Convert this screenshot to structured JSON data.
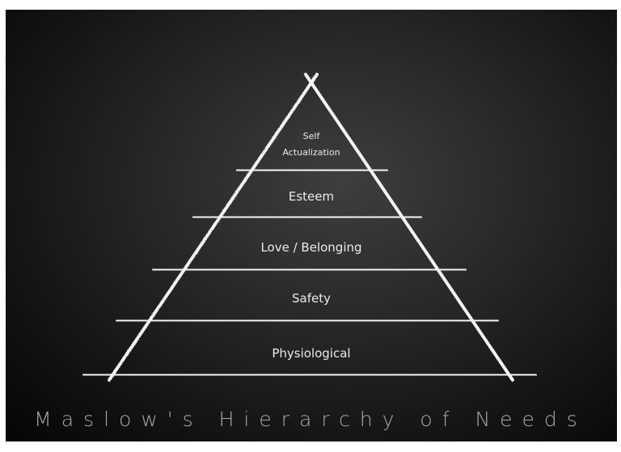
{
  "title": "Maslow's Hierarchy of Needs",
  "levels": {
    "self_line1": "Self",
    "self_line2": "Actualization",
    "esteem": "Esteem",
    "love": "Love / Belonging",
    "safety": "Safety",
    "physiological": "Physiological"
  },
  "colors": {
    "chalk": "#f4f4f4",
    "board": "#1e1e1e",
    "title": "#a8a8a8"
  }
}
